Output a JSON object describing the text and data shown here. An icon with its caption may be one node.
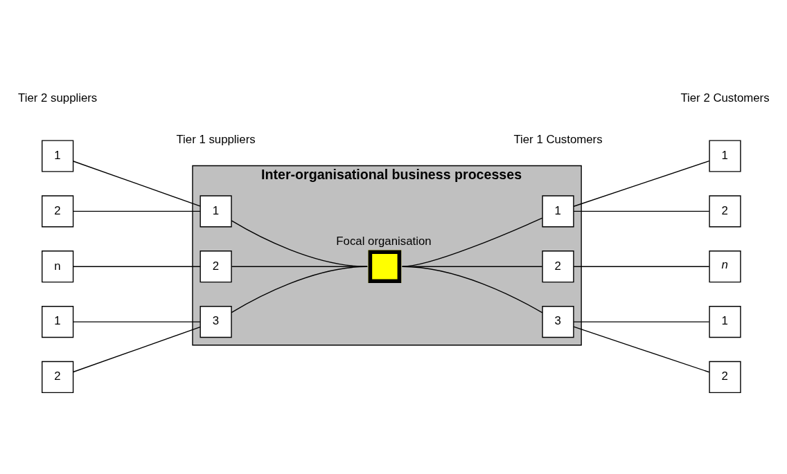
{
  "diagram": {
    "nodes": [
      {
        "text": [
          "Inter-organisational business processes"
        ]
      },
      {
        "text": [
          "1"
        ]
      },
      {
        "text": [
          "2"
        ]
      },
      {
        "text": [
          "n"
        ]
      },
      {
        "text": [
          "1"
        ]
      },
      {
        "text": [
          "2"
        ]
      },
      {
        "text": [
          "1"
        ],
        "in": 0
      },
      {
        "text": [
          "2"
        ],
        "in": 0
      },
      {
        "text": [
          "3"
        ],
        "in": 0
      },
      {
        "text": [],
        "shape": "box",
        "beside": [
          "Focal organisation"
        ],
        "in": 0
      },
      {
        "text": [
          "1"
        ],
        "in": 0
      },
      {
        "text": [
          "2"
        ],
        "in": 0
      },
      {
        "text": [
          "3"
        ],
        "in": 0
      },
      {
        "text": [
          "1"
        ]
      },
      {
        "text": [
          "2"
        ]
      },
      {
        "text": [
          "n"
        ]
      },
      {
        "text": [
          "1"
        ]
      },
      {
        "text": [
          "2"
        ]
      }
    ],
    "edges": [
      {
        "from": 1,
        "to": 6,
        "arrow": "none"
      },
      {
        "from": 2,
        "to": 6,
        "arrow": "none"
      },
      {
        "from": 3,
        "to": 7,
        "arrow": "none"
      },
      {
        "from": 4,
        "to": 8,
        "arrow": "none"
      },
      {
        "from": 5,
        "to": 8,
        "arrow": "none"
      },
      {
        "from": 6,
        "to": 9,
        "arrow": "none"
      },
      {
        "from": 7,
        "to": 9,
        "arrow": "none"
      },
      {
        "from": 8,
        "to": 9,
        "arrow": "none"
      },
      {
        "from": 9,
        "to": 10,
        "arrow": "none"
      },
      {
        "from": 9,
        "to": 11,
        "arrow": "none"
      },
      {
        "from": 9,
        "to": 12,
        "arrow": "none"
      },
      {
        "from": 10,
        "to": 13,
        "arrow": "none"
      },
      {
        "from": 10,
        "to": 14,
        "arrow": "none"
      },
      {
        "from": 11,
        "to": 15,
        "arrow": "none"
      },
      {
        "from": 12,
        "to": 16,
        "arrow": "none"
      },
      {
        "from": 12,
        "to": 17,
        "arrow": "none"
      }
    ],
    "labels": [
      "Tier 2 suppliers",
      "Tier 1 suppliers",
      "Tier 1 Customers",
      "Tier 2 Customers"
    ]
  }
}
